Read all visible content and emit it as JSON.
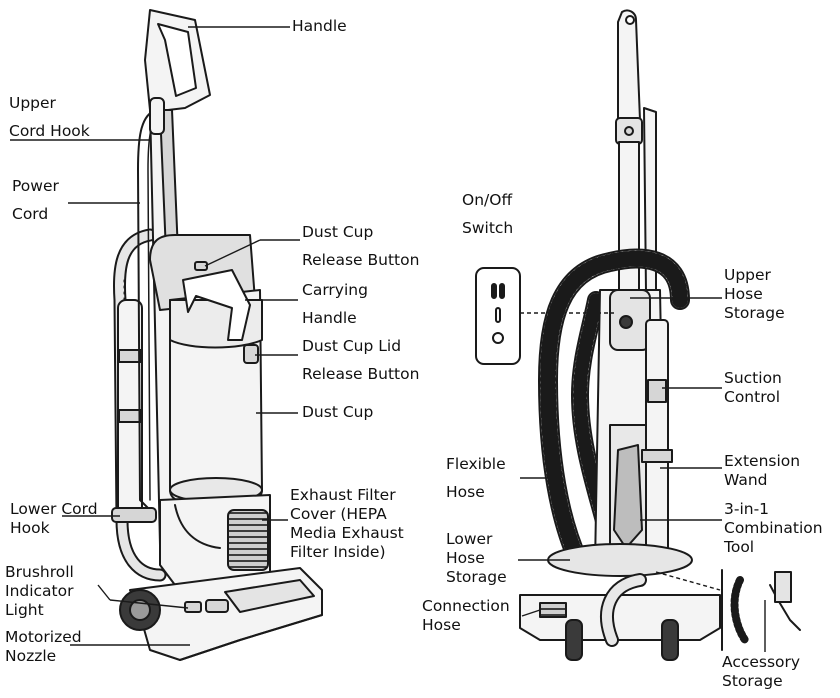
{
  "labels": {
    "handle": "Handle",
    "upper_cord_hook": [
      "Upper",
      "Cord Hook"
    ],
    "power_cord": [
      "Power",
      "Cord"
    ],
    "dust_cup_release_button": [
      "Dust Cup",
      "Release Button"
    ],
    "carrying_handle": [
      "Carrying",
      "Handle"
    ],
    "dust_cup_lid_release_button": [
      "Dust Cup Lid",
      "Release Button"
    ],
    "dust_cup": "Dust Cup",
    "exhaust_filter_cover": [
      "Exhaust Filter",
      "Cover (HEPA",
      "Media Exhaust",
      "Filter Inside)"
    ],
    "lower_cord_hook": [
      "Lower Cord",
      "Hook"
    ],
    "brushroll_indicator_light": [
      "Brushroll",
      "Indicator",
      "Light"
    ],
    "motorized_nozzle": [
      "Motorized",
      "Nozzle"
    ],
    "on_off_switch": [
      "On/Off",
      "Switch"
    ],
    "upper_hose_storage": [
      "Upper",
      "Hose",
      "Storage"
    ],
    "suction_control": [
      "Suction",
      "Control"
    ],
    "flexible_hose": [
      "Flexible",
      "Hose"
    ],
    "extension_wand": [
      "Extension",
      "Wand"
    ],
    "combination_tool": [
      "3-in-1",
      "Combination",
      "Tool"
    ],
    "lower_hose_storage": [
      "Lower",
      "Hose",
      "Storage"
    ],
    "connection_hose": [
      "Connection",
      "Hose"
    ],
    "accessory_storage": [
      "Accessory",
      "Storage"
    ]
  },
  "colors": {
    "line": "#1a1a1a",
    "body_fill": "#f4f4f4",
    "shade_fill": "#d6d6d6"
  }
}
